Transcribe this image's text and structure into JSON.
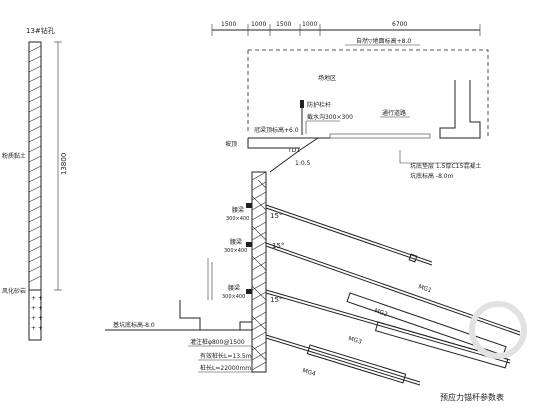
{
  "left_column": {
    "borehole_label": "13#钻孔",
    "length_label": "13800",
    "layer_top_label": "粉质黏土",
    "layer_bottom_label": "风化砂岩"
  },
  "top_dimensions": [
    "1500",
    "1000",
    "1500",
    "1000",
    "6700"
  ],
  "labels": {
    "ground_elev": "自然▽地面标高+8.0",
    "site_area": "场地区",
    "fence": "通行道路",
    "top_beam": "冠梁顶标高+6.0",
    "handrail": "防护栏杆",
    "drain_ditch": "截水沟300×300",
    "slope_top": "坡顶",
    "slope_mark": "TD1",
    "slope_ratio": "1:0.5",
    "pump_note_1": "坑底垫层 1.5厚C15混凝土",
    "pump_note_2": "坑底标高 -8.0m",
    "anchor_1": "腰梁",
    "anchor_1_size": "300×400",
    "anchor_2": "腰梁",
    "anchor_2_size": "300×400",
    "anchor_3": "腰梁",
    "anchor_3_size": "300×400",
    "angle_1": "15°",
    "angle_2": "15°",
    "angle_3": "15°",
    "base_elev": "基坑底标高-8.0",
    "pile_note": "灌注桩φ800@1500",
    "pile_len": "有效桩长L=13.5m",
    "pile_spec": "桩长L=22000mm",
    "mg1": "MG1",
    "mg2": "MG2",
    "mg3": "MG3",
    "mg4": "MG4",
    "caption": "预应力锚杆参数表"
  }
}
